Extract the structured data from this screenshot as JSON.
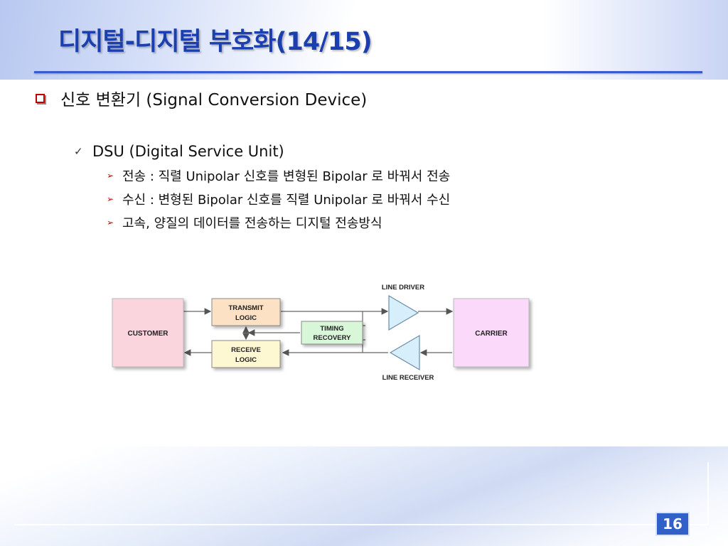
{
  "slide": {
    "title": "디지털-디지털 부호화(14/15)",
    "page_number": "16"
  },
  "content": {
    "level1": "신호 변환기 (Signal Conversion Device)",
    "level2": "DSU (Digital Service Unit)",
    "level3": [
      "전송 : 직렬 Unipolar 신호를  변형된 Bipolar 로 바꿔서 전송",
      "수신 : 변형된 Bipolar 신호를 직렬 Unipolar 로 바꿔서 수신",
      "고속, 양질의 데이터를 전송하는 디지털 전송방식"
    ]
  },
  "diagram": {
    "customer": "CUSTOMER",
    "transmit_line1": "TRANSMIT",
    "transmit_line2": "LOGIC",
    "receive_line1": "RECEIVE",
    "receive_line2": "LOGIC",
    "timing_line1": "TIMING",
    "timing_line2": "RECOVERY",
    "carrier": "CARRIER",
    "line_driver": "LINE DRIVER",
    "line_receiver": "LINE RECEIVER"
  },
  "colors": {
    "title": "#1c3fb0",
    "bullet": "#c00000",
    "customer_fill": "#fbd5dd",
    "transmit_fill": "#fde1c4",
    "receive_fill": "#fdf7d2",
    "timing_fill": "#d8f6d8",
    "carrier_fill": "#fbd9fb",
    "amplifier_fill": "#d6effa"
  },
  "icons": {
    "level1_bullet": "red-box-bullet-icon",
    "level2_bullet": "checkmark-icon",
    "level3_bullet": "red-arrow-bullet-icon"
  }
}
